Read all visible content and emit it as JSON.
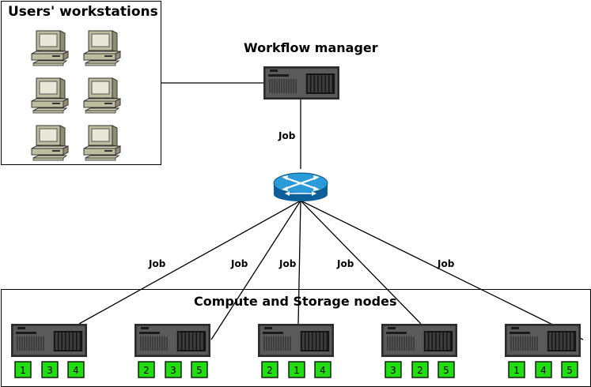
{
  "workstations_group": {
    "title": "Users' workstations"
  },
  "workflow_manager": {
    "title": "Workflow manager"
  },
  "compute_group": {
    "title": "Compute and Storage nodes"
  },
  "link_label": "Job",
  "nodes": [
    {
      "chips": [
        "1",
        "3",
        "4"
      ]
    },
    {
      "chips": [
        "2",
        "3",
        "5"
      ]
    },
    {
      "chips": [
        "2",
        "1",
        "4"
      ]
    },
    {
      "chips": [
        "3",
        "2",
        "5"
      ]
    },
    {
      "chips": [
        "1",
        "4",
        "5"
      ]
    }
  ],
  "colors": {
    "chip_fill": "#22dd11",
    "server_body": "#4a4a4a",
    "router": "#1a8fd0"
  }
}
